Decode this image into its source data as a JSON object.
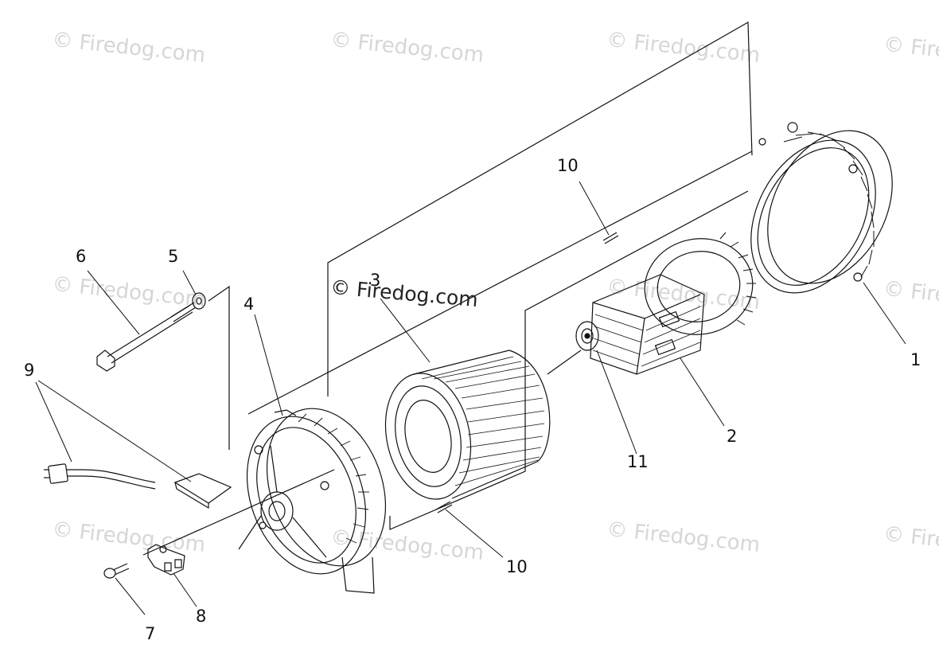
{
  "watermark": {
    "text": "© Firedog.com"
  },
  "watermark_truncated": "© Fire",
  "callouts": {
    "c1": "1",
    "c2": "2",
    "c3": "3",
    "c4": "4",
    "c5": "5",
    "c6": "6",
    "c7": "7",
    "c8": "8",
    "c9": "9",
    "c10a": "10",
    "c10b": "10",
    "c11": "11"
  },
  "colors": {
    "line": "#111111",
    "watermark": "#d6d6d6"
  },
  "icons": [
    "generator-end-cover",
    "stator-housing",
    "rotor-with-fan",
    "front-end-bell",
    "through-bolt",
    "washer",
    "screw",
    "brush-holder",
    "wire-harness",
    "dowel-pin"
  ]
}
